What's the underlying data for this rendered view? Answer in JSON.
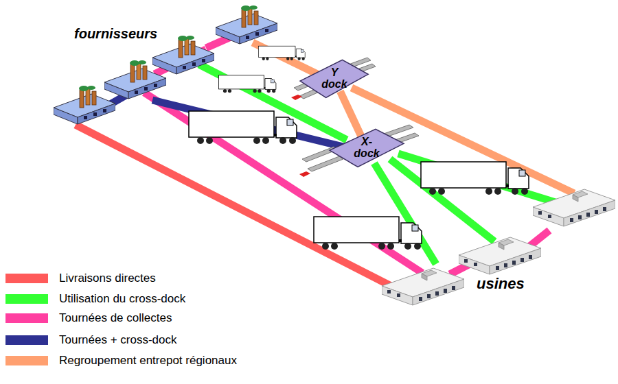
{
  "diagram": {
    "nodes": [
      {
        "text": [
          "Y dock"
        ]
      },
      {
        "text": [
          "X- dock"
        ]
      }
    ],
    "edges": [
      {
        "from": 0,
        "to": 1,
        "arrow": "none"
      }
    ],
    "labels": [
      "fournisseurs",
      "usines"
    ],
    "legend": [
      {
        "text": "Livraisons directes",
        "color": "#ff5a5a"
      },
      {
        "text": "Utilisation du cross-dock",
        "color": "#33ff33"
      },
      {
        "text": "Tournées de collectes",
        "color": "#ff3fa0"
      },
      {
        "text": "Tournées + cross-dock",
        "color": "#2e3192"
      },
      {
        "text": "Regroupement entrepot régionaux",
        "color": "#ffa070"
      }
    ]
  }
}
